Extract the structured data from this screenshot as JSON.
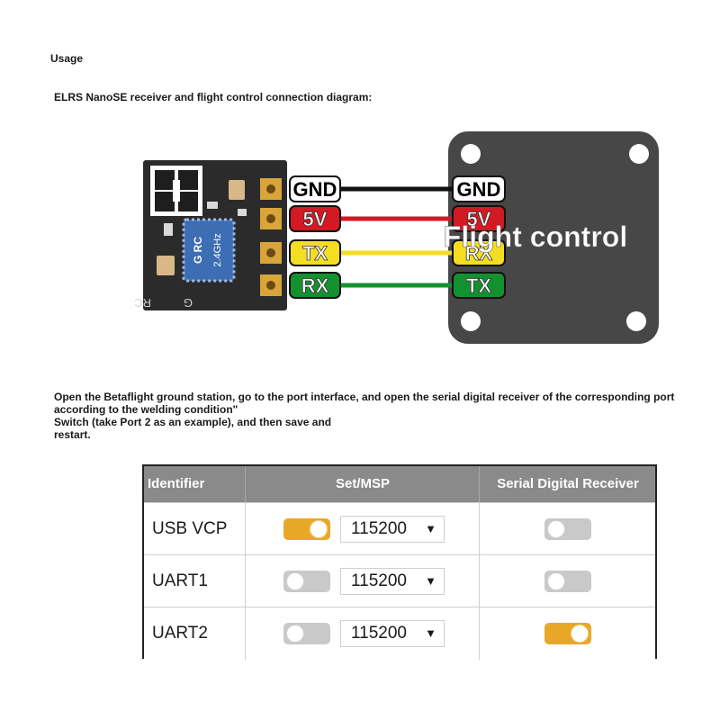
{
  "usage_title": "Usage",
  "subtitle": "ELRS NanoSE receiver and flight control connection diagram:",
  "diagram": {
    "pins": [
      {
        "label": "GND",
        "color": "#ffffff",
        "text": "#000000",
        "wire": "#111111"
      },
      {
        "label": "5V",
        "color": "#d11a24",
        "text": "#ffffff",
        "wire": "#d11a24"
      },
      {
        "label": "TX",
        "color": "#f5dd22",
        "text": "#ffffff",
        "wire": "#f5dd22"
      },
      {
        "label": "RX",
        "color": "#13912f",
        "text": "#ffffff",
        "wire": "#13912f"
      }
    ],
    "fc_pins": [
      {
        "label": "GND",
        "color": "#ffffff",
        "text": "#000000"
      },
      {
        "label": "5V",
        "color": "#d11a24",
        "text": "#ffffff"
      },
      {
        "label": "RX",
        "color": "#f5dd22",
        "text": "#ffffff"
      },
      {
        "label": "TX",
        "color": "#13912f",
        "text": "#ffffff"
      }
    ],
    "fc_label": "Flight control",
    "chip_text": "2.4GHz",
    "chip_logo": "G RC",
    "silk_g": "G",
    "silk_rc": "RC"
  },
  "instructions": [
    "Open the Betaflight ground station, go to the port interface, and open the serial digital receiver of the corresponding port",
    "according to the welding condition\"",
    "Switch (take Port 2 as an example), and then save and",
    "restart."
  ],
  "table": {
    "headers": {
      "identifier": "Identifier",
      "msp": "Set/MSP",
      "serial": "Serial Digital Receiver"
    },
    "rows": [
      {
        "name": "USB VCP",
        "msp_on": true,
        "baud": "115200",
        "serial_on": false
      },
      {
        "name": "UART1",
        "msp_on": false,
        "baud": "115200",
        "serial_on": false
      },
      {
        "name": "UART2",
        "msp_on": false,
        "baud": "115200",
        "serial_on": true
      }
    ],
    "dropdown_icon": "triangle-down-icon"
  }
}
